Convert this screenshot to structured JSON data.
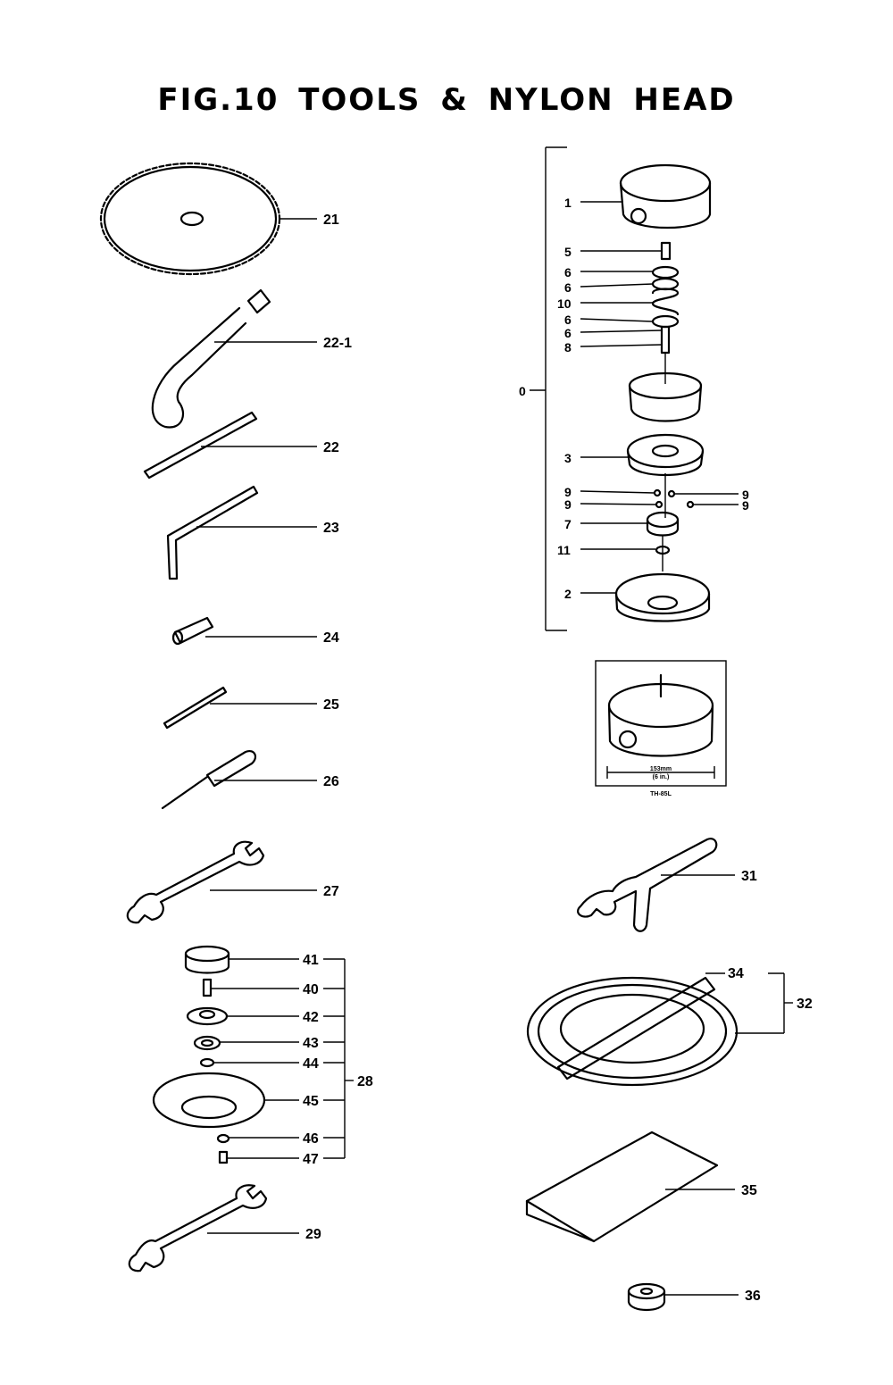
{
  "title": "FIG.10   TOOLS & NYLON HEAD",
  "left_labels": {
    "p21": "21",
    "p22_1": "22-1",
    "p22": "22",
    "p23": "23",
    "p24": "24",
    "p25": "25",
    "p26": "26",
    "p27": "27",
    "p41": "41",
    "p40": "40",
    "p42": "42",
    "p43": "43",
    "p44": "44",
    "p28": "28",
    "p45": "45",
    "p46": "46",
    "p47": "47",
    "p29": "29"
  },
  "right_labels": {
    "p1": "1",
    "p5": "5",
    "p6a": "6",
    "p6b": "6",
    "p10": "10",
    "p6c": "6",
    "p6d": "6",
    "p8": "8",
    "p0": "0",
    "p3": "3",
    "p9a": "9",
    "p9b": "9",
    "p9c": "9",
    "p9d": "9",
    "p7": "7",
    "p11": "11",
    "p2": "2",
    "p31": "31",
    "p34": "34",
    "p32": "32",
    "p35": "35",
    "p36": "36"
  },
  "inset": {
    "dimension_mm": "153mm",
    "dimension_in": "(6 in.)",
    "model": "TH-85L"
  }
}
